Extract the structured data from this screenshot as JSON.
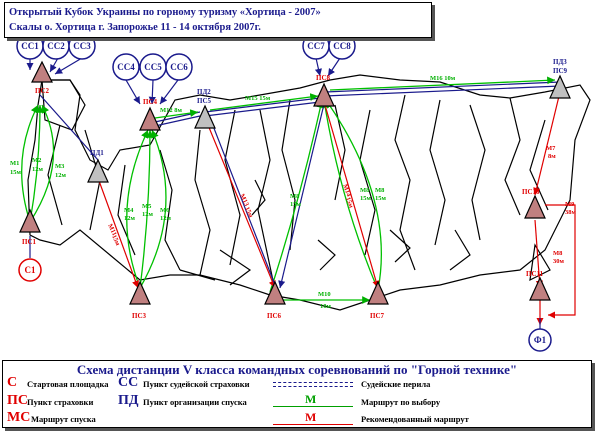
{
  "header": {
    "line1": "Открытый Кубок Украины по горному туризму «Хортица - 2007»",
    "line2": "Скалы о. Хортица г. Запорожье 11 - 14 октября 2007г."
  },
  "colors": {
    "red": "#e00000",
    "blue": "#1a1a8c",
    "green": "#00c000",
    "rock": "#000000"
  },
  "labels": {
    "ss1": "СС1",
    "ss2": "СС2",
    "ss3": "СС3",
    "ss4": "СС4",
    "ss5": "СС5",
    "ss6": "СС6",
    "ss7": "СС7",
    "ss8": "СС8",
    "ps1": "ПС1",
    "ps2": "ПС2",
    "ps3": "ПС3",
    "ps4": "ПС4",
    "ps6": "ПС6",
    "ps7": "ПС7",
    "ps8": "ПС8",
    "ps9": "ПС9",
    "ps10": "ПС10",
    "ps11": "ПС11",
    "pd1": "ПД1",
    "pd2": "ПД2",
    "pd3": "ПД3",
    "pd5": "ПС5",
    "c1": "С1",
    "f1": "Ф1",
    "m1": "М1",
    "m1len": "15м",
    "m2": "М2",
    "m2len": "12м",
    "m3": "М3",
    "m3len": "12м",
    "m4": "М4",
    "m4len": "12м",
    "m5": "М5",
    "m5len": "12м",
    "m6": "М6",
    "m6len": "12м",
    "m7": "М7",
    "m7len": "8м",
    "m8": "М8",
    "m8len": "30м",
    "m9": "М9",
    "m9len": "38м",
    "m10": "М10",
    "m10len": "10м",
    "m11": "М11",
    "m11len": "15м",
    "m12": "М12 8м",
    "m13": "М13",
    "m13len": "15м",
    "m14": "М14",
    "m14len": "15м",
    "m15": "М15 15м",
    "m16": "М16 10м",
    "m17": "М8",
    "m17len": "15м",
    "m18": "М8",
    "m18len": "15м",
    "m19": "М8",
    "m19len": "15м"
  },
  "legend": {
    "title": "Схема дистанции V класса командных соревнований по \"Горной технике\"",
    "c_sym": "С",
    "c_text": "Стартовая площадка",
    "ss_sym": "СС",
    "ss_text": "Пункт судейской страховки",
    "rails_text": "Судейские перила",
    "ps_sym": "ПС",
    "ps_text": "Пункт страховки",
    "pd_sym": "ПД",
    "pd_text": "Пункт организации спуска",
    "m_green": "М",
    "m_green_text": "Маршрут по выбору",
    "ms_sym": "МС",
    "ms_text": "Маршрут спуска",
    "m_red": "М",
    "m_red_text": "Рекомендованный маршрут"
  }
}
